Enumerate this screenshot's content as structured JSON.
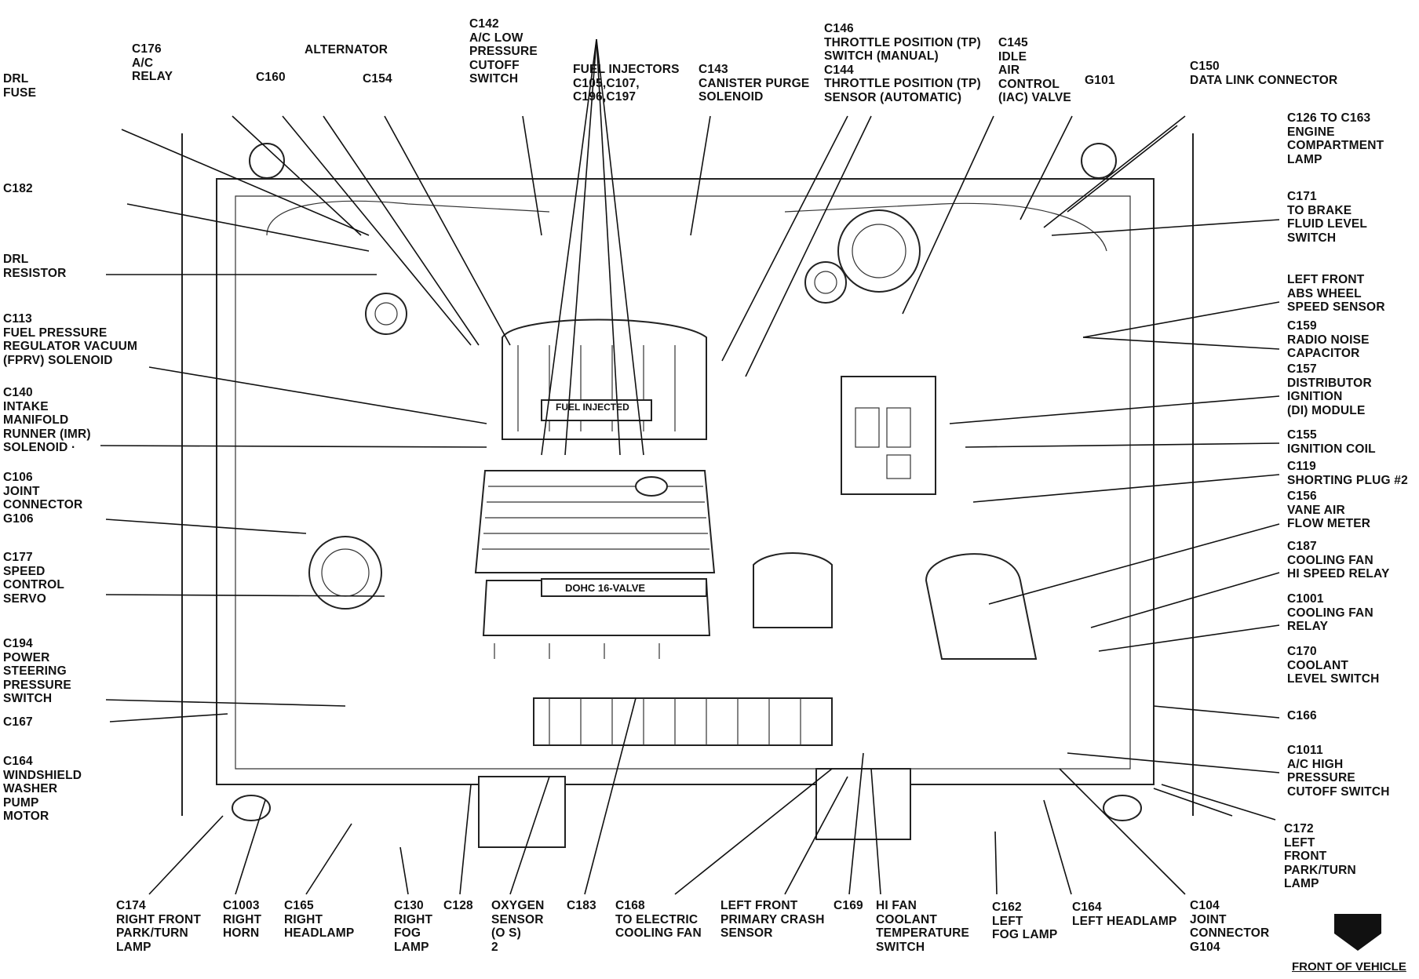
{
  "labels": [
    {
      "id": "drl-fuse",
      "lines": [
        "DRL",
        "FUSE"
      ]
    },
    {
      "id": "c176",
      "lines": [
        "C176",
        "A/C",
        "RELAY"
      ]
    },
    {
      "id": "c160",
      "lines": [
        "C160"
      ]
    },
    {
      "id": "alternator",
      "lines": [
        "ALTERNATOR"
      ]
    },
    {
      "id": "c154",
      "lines": [
        "C154"
      ]
    },
    {
      "id": "c142",
      "lines": [
        "C142",
        "A/C LOW",
        "PRESSURE",
        "CUTOFF",
        "SWITCH"
      ]
    },
    {
      "id": "fuel-injectors",
      "lines": [
        "FUEL INJECTORS",
        "C105,C107,",
        "C196,C197"
      ]
    },
    {
      "id": "c143",
      "lines": [
        "C143",
        "CANISTER PURGE",
        "SOLENOID"
      ]
    },
    {
      "id": "c146",
      "lines": [
        "C146",
        "THROTTLE POSITION (TP)",
        "SWITCH (MANUAL)",
        "C144",
        "THROTTLE POSITION (TP)",
        "SENSOR (AUTOMATIC)"
      ]
    },
    {
      "id": "c145",
      "lines": [
        "C145",
        "IDLE",
        "AIR",
        "CONTROL",
        "(IAC) VALVE"
      ]
    },
    {
      "id": "g101",
      "lines": [
        "G101"
      ]
    },
    {
      "id": "c150",
      "lines": [
        "C150",
        "DATA LINK CONNECTOR"
      ]
    },
    {
      "id": "c126",
      "lines": [
        "C126 TO C163",
        "ENGINE",
        "COMPARTMENT",
        "LAMP"
      ]
    },
    {
      "id": "c182",
      "lines": [
        "C182"
      ]
    },
    {
      "id": "c171",
      "lines": [
        "C171",
        "TO BRAKE",
        "FLUID LEVEL",
        "SWITCH"
      ]
    },
    {
      "id": "drl-resistor",
      "lines": [
        "DRL",
        "RESISTOR"
      ]
    },
    {
      "id": "abs-sensor",
      "lines": [
        "LEFT FRONT",
        "ABS WHEEL",
        "SPEED SENSOR"
      ]
    },
    {
      "id": "c113",
      "lines": [
        "C113",
        "FUEL PRESSURE",
        "REGULATOR VACUUM",
        "(FPRV) SOLENOID"
      ]
    },
    {
      "id": "c159",
      "lines": [
        "C159",
        "RADIO NOISE",
        "CAPACITOR"
      ]
    },
    {
      "id": "c157",
      "lines": [
        "C157",
        "DISTRIBUTOR",
        "IGNITION",
        "(DI) MODULE"
      ]
    },
    {
      "id": "c140",
      "lines": [
        "C140",
        "INTAKE",
        "MANIFOLD",
        "RUNNER (IMR)",
        "SOLENOID ·"
      ]
    },
    {
      "id": "c155",
      "lines": [
        "C155",
        "IGNITION COIL"
      ]
    },
    {
      "id": "c119",
      "lines": [
        "C119",
        "SHORTING PLUG #2"
      ]
    },
    {
      "id": "c106",
      "lines": [
        "C106",
        "JOINT",
        "CONNECTOR",
        "G106"
      ]
    },
    {
      "id": "c156",
      "lines": [
        "C156",
        "VANE AIR",
        "FLOW METER"
      ]
    },
    {
      "id": "c177",
      "lines": [
        "C177",
        "SPEED",
        "CONTROL",
        "SERVO"
      ]
    },
    {
      "id": "c187",
      "lines": [
        "C187",
        "COOLING FAN",
        "HI SPEED RELAY"
      ]
    },
    {
      "id": "c1001",
      "lines": [
        "C1001",
        "COOLING FAN",
        "RELAY"
      ]
    },
    {
      "id": "c194",
      "lines": [
        "C194",
        "POWER",
        "STEERING",
        "PRESSURE",
        "SWITCH"
      ]
    },
    {
      "id": "c170",
      "lines": [
        "C170",
        "COOLANT",
        "LEVEL SWITCH"
      ]
    },
    {
      "id": "c167",
      "lines": [
        "C167"
      ]
    },
    {
      "id": "c166",
      "lines": [
        "C166"
      ]
    },
    {
      "id": "c164-washer",
      "lines": [
        "C164",
        "WINDSHIELD",
        "WASHER",
        "PUMP",
        "MOTOR"
      ]
    },
    {
      "id": "c1011",
      "lines": [
        "C1011",
        "A/C HIGH",
        "PRESSURE",
        "CUTOFF SWITCH"
      ]
    },
    {
      "id": "c172",
      "lines": [
        "C172",
        "LEFT",
        "FRONT",
        "PARK/TURN",
        "LAMP"
      ]
    },
    {
      "id": "c174",
      "lines": [
        "C174",
        "RIGHT FRONT",
        "PARK/TURN",
        "LAMP"
      ]
    },
    {
      "id": "c1003",
      "lines": [
        "C1003",
        "RIGHT",
        "HORN"
      ]
    },
    {
      "id": "c165",
      "lines": [
        "C165",
        "RIGHT",
        "HEADLAMP"
      ]
    },
    {
      "id": "c130",
      "lines": [
        "C130",
        "RIGHT",
        "FOG",
        "LAMP"
      ]
    },
    {
      "id": "c128",
      "lines": [
        "C128"
      ]
    },
    {
      "id": "oxygen-sensor",
      "lines": [
        "OXYGEN",
        "SENSOR",
        "(O S)",
        "2"
      ]
    },
    {
      "id": "c183",
      "lines": [
        "C183"
      ]
    },
    {
      "id": "c168",
      "lines": [
        "C168",
        "TO ELECTRIC",
        "COOLING FAN"
      ]
    },
    {
      "id": "crash-sensor",
      "lines": [
        "LEFT FRONT",
        "PRIMARY CRASH",
        "SENSOR"
      ]
    },
    {
      "id": "c169",
      "lines": [
        "C169"
      ]
    },
    {
      "id": "hi-fan",
      "lines": [
        "HI FAN",
        "COOLANT",
        "TEMPERATURE",
        "SWITCH"
      ]
    },
    {
      "id": "c162",
      "lines": [
        "C162",
        "LEFT",
        "FOG LAMP"
      ]
    },
    {
      "id": "c164-headlamp",
      "lines": [
        "C164",
        "LEFT HEADLAMP"
      ]
    },
    {
      "id": "c104",
      "lines": [
        "C104",
        "JOINT",
        "CONNECTOR",
        "G104"
      ]
    }
  ],
  "engine_badges": {
    "cover_text": "FUEL INJECTED",
    "head_text": "DOHC 16-VALVE"
  },
  "front_of_vehicle": "FRONT OF VEHICLE"
}
